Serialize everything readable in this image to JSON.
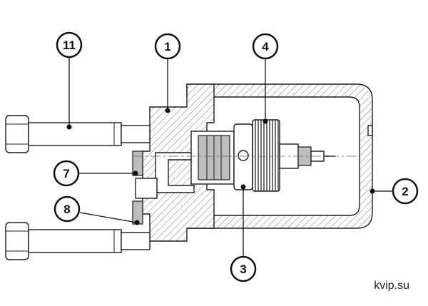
{
  "callouts": {
    "c11": "11",
    "c1": "1",
    "c4": "4",
    "c2": "2",
    "c7": "7",
    "c8": "8",
    "c3": "3"
  },
  "watermark": "kvip.su"
}
